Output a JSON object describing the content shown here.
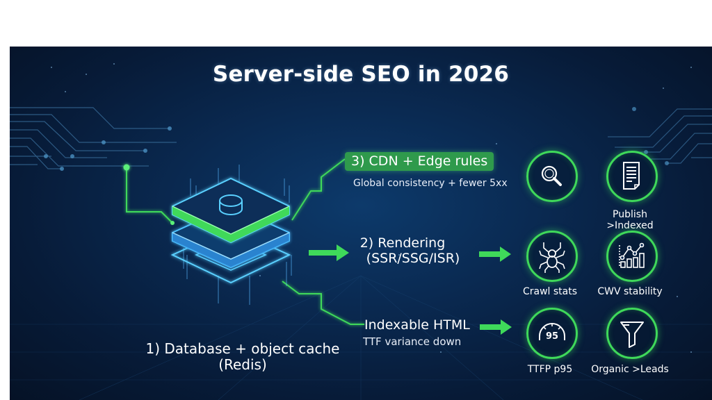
{
  "title": "Server-side SEO in 2026",
  "steps": {
    "cdn": {
      "label": "3) CDN + Edge rules",
      "subtitle": "Global consistency + fewer 5xx"
    },
    "rendering": {
      "line1": "2) Rendering",
      "line2": "(SSR/SSG/ISR)"
    },
    "html": {
      "label": "Indexable HTML",
      "subtitle": "TTF variance down"
    },
    "database": {
      "line1": "1) Database + object cache",
      "line2": "(Redis)"
    }
  },
  "outcomes": [
    {
      "icon": "search-icon",
      "label": ""
    },
    {
      "icon": "document-icon",
      "label": "Publish >Indexed"
    },
    {
      "icon": "spider-icon",
      "label": "Crawl stats"
    },
    {
      "icon": "chart-icon",
      "label": "CWV stability"
    },
    {
      "icon": "gauge-icon",
      "label": "TTFP p95",
      "gauge_value": "95"
    },
    {
      "icon": "funnel-icon",
      "label": "Organic >Leads"
    }
  ],
  "colors": {
    "accent_green": "#3fd95a",
    "badge_green": "#2f9a4c",
    "accent_blue": "#4fc3ff",
    "background": "#0a2a52"
  }
}
